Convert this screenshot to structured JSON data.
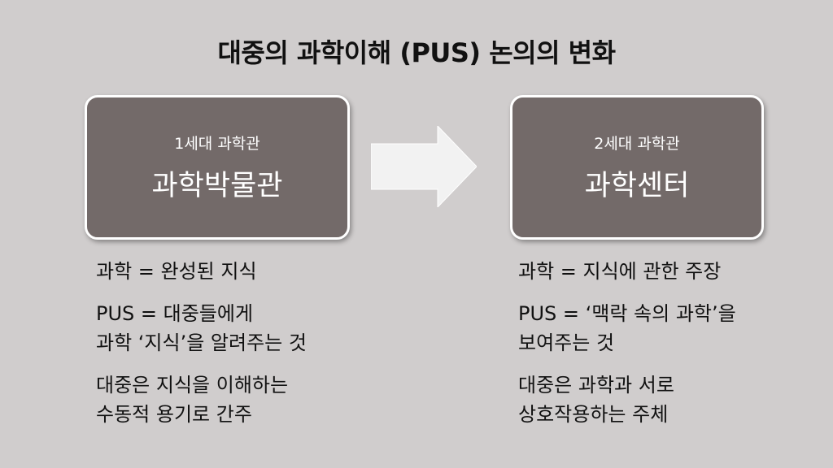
{
  "title": "대중의 과학이해 (PUS) 논의의 변화",
  "left_box": {
    "subtitle": "1세대 과학관",
    "name": "과학박물관"
  },
  "right_box": {
    "subtitle": "2세대 과학관",
    "name": "과학센터"
  },
  "left_text": [
    [
      "과학 = 완성된 지식"
    ],
    [
      "PUS = 대중들에게",
      "과학 ‘지식’을 알려주는 것"
    ],
    [
      "대중은 지식을 이해하는",
      "수동적 용기로 간주"
    ]
  ],
  "right_text": [
    [
      "과학 = 지식에 관한 주장"
    ],
    [
      "PUS = ‘맥락 속의 과학’을",
      "보여주는 것"
    ],
    [
      "대중은 과학과 서로",
      "상호작용하는 주체"
    ]
  ],
  "colors": {
    "background": "#d0cdcd",
    "box_fill": "#736a69",
    "arrow_fill": "#f2f2f2"
  },
  "icons": {
    "arrow": "right-arrow-icon"
  }
}
